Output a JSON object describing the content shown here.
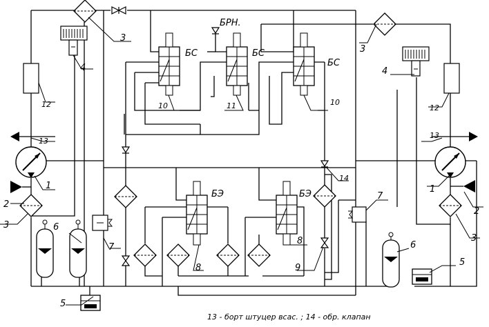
{
  "diagram": {
    "caption": "13 -  борт штуцер всас. ; 14 -  обр. клапан",
    "block_labels": {
      "bs": "БС",
      "be": "БЭ",
      "brn": "БРН."
    },
    "numbers": {
      "n1": "1",
      "n2": "2",
      "n3": "3",
      "n4": "4",
      "n5": "5",
      "n6": "6",
      "n7": "7",
      "n8": "8",
      "n9": "9",
      "n10": "10",
      "n11": "11",
      "n12": "12",
      "n13": "13",
      "n14": "14"
    }
  }
}
